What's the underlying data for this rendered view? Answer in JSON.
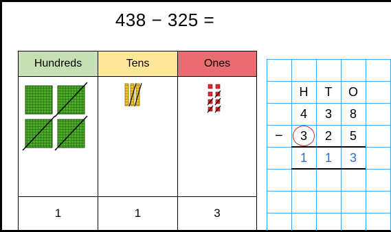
{
  "title": "438 − 325 =",
  "place_value_chart": {
    "columns": [
      {
        "label": "Hundreds",
        "color": "#c6dfb3",
        "result": "1"
      },
      {
        "label": "Tens",
        "color": "#ffe699",
        "result": "1"
      },
      {
        "label": "Ones",
        "color": "#ea6c70",
        "result": "3"
      }
    ],
    "counters": {
      "hundreds_total": 4,
      "hundreds_crossed": 3,
      "tens_total": 3,
      "tens_crossed": 2,
      "ones_total": 8,
      "ones_crossed": 5
    }
  },
  "column_method": {
    "headers": [
      "H",
      "T",
      "O"
    ],
    "minuend": [
      "4",
      "3",
      "8"
    ],
    "operator": "−",
    "subtrahend": [
      "3",
      "2",
      "5"
    ],
    "answer": [
      "1",
      "1",
      "3"
    ],
    "circled_digit": "3",
    "grid_color": "#35a6e8",
    "circle_color": "#d9242b",
    "answer_color": "#2f6fc4"
  }
}
